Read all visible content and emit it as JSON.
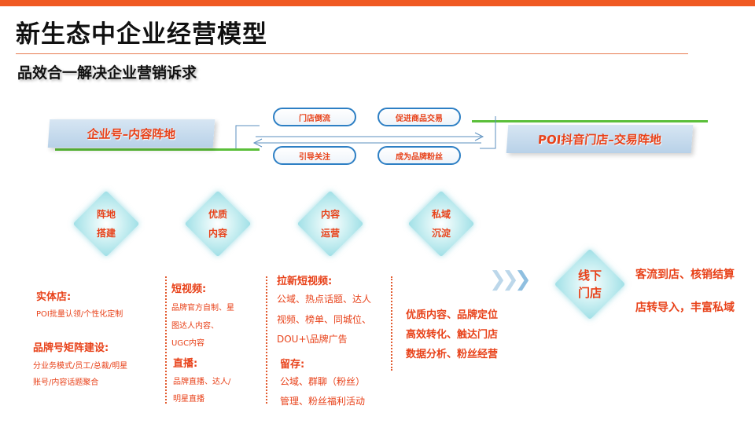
{
  "title": "新生态中企业经营模型",
  "subtitle": "品效合一解决企业营销诉求",
  "left_banner": "企业号–内容阵地",
  "right_banner": "POI抖音门店–交易阵地",
  "pills": {
    "store_traffic": "门店倒流",
    "promote_sales": "促进商品交易",
    "guide_follow": "引导关注",
    "become_fans": "成为品牌粉丝"
  },
  "diamonds": [
    {
      "line1": "阵地",
      "line2": "搭建"
    },
    {
      "line1": "优质",
      "line2": "内容"
    },
    {
      "line1": "内容",
      "line2": "运营"
    },
    {
      "line1": "私域",
      "line2": "沉淀"
    },
    {
      "line1": "线下",
      "line2": "门店"
    }
  ],
  "col1": {
    "head1": "实体店:",
    "body1": "POI批量认领/个性化定制",
    "head2": "品牌号矩阵建设:",
    "body2": [
      "分业务模式/员工/总裁/明星",
      "账号/内容话题聚合"
    ]
  },
  "col2": {
    "head1": "短视频:",
    "body1": [
      "品牌官方自制、星",
      "图达人内容、",
      "UGC内容"
    ],
    "head2": "直播:",
    "body2": [
      "品牌直播、达人/",
      "明星直播"
    ]
  },
  "col3": {
    "head1": "拉新短视频:",
    "body1": [
      "公域、热点话题、达人",
      "视频、榜单、同城位、",
      "DOU+\\品牌广告"
    ],
    "head2": "留存:",
    "body2": [
      "公域、群聊（粉丝）",
      "管理、粉丝福利活动"
    ]
  },
  "col4": [
    "优质内容、品牌定位",
    "高效转化、触达门店",
    "数据分析、粉丝经营"
  ],
  "offline": [
    "客流到店、核销结算",
    "店转导入，丰富私域"
  ],
  "colors": {
    "accent": "#f05a23",
    "label_red": "#e8421a",
    "pill_border": "#2d7fc4",
    "green": "#5bbf3a",
    "diamond": "#9edfe6"
  }
}
